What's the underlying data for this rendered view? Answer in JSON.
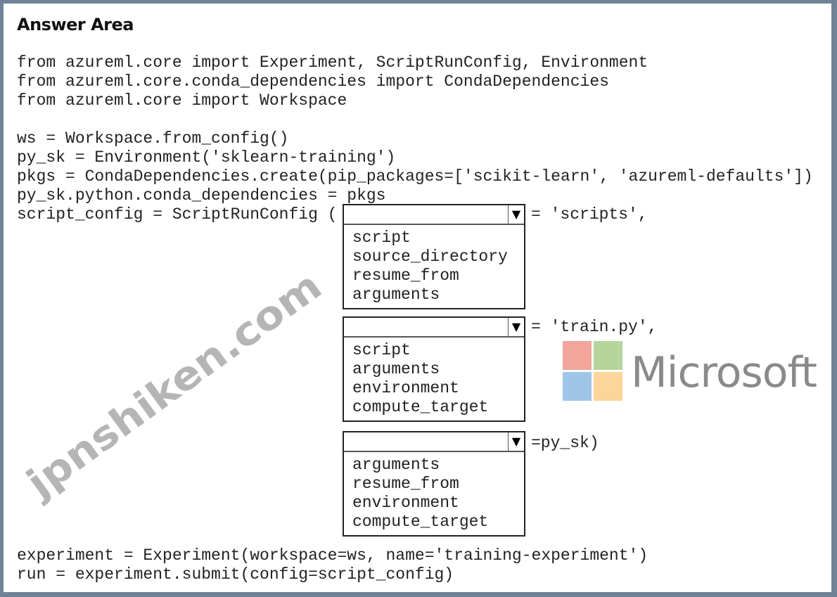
{
  "title": "Answer Area",
  "code_top": [
    "from azureml.core import Experiment, ScriptRunConfig, Environment",
    "from azureml.core.conda_dependencies import CondaDependencies",
    "from azureml.core import Workspace",
    "",
    "ws = Workspace.from_config()",
    "py_sk = Environment('sklearn-training')",
    "pkgs = CondaDependencies.create(pip_packages=['scikit-learn', 'azureml-defaults'])",
    "py_sk.python.conda_dependencies = pkgs",
    "script_config = ScriptRunConfig ("
  ],
  "dropdowns": [
    {
      "selected": "",
      "options": [
        "script",
        "source_directory",
        "resume_from",
        "arguments"
      ],
      "suffix": "= 'scripts',"
    },
    {
      "selected": "",
      "options": [
        "script",
        "arguments",
        "environment",
        "compute_target"
      ],
      "suffix": "= 'train.py',"
    },
    {
      "selected": "",
      "options": [
        "arguments",
        "resume_from",
        "environment",
        "compute_target"
      ],
      "suffix": "=py_sk)"
    }
  ],
  "code_bottom": [
    "experiment = Experiment(workspace=ws, name='training-experiment')",
    "run = experiment.submit(config=script_config)"
  ],
  "watermark": "jpnshiken.com",
  "logo": {
    "text": "Microsoft",
    "colors": [
      "#f1a59b",
      "#b5d59a",
      "#9fc6e8",
      "#fdd59a"
    ]
  },
  "icons": {
    "dropdown_arrow": "triangle-down-icon"
  }
}
